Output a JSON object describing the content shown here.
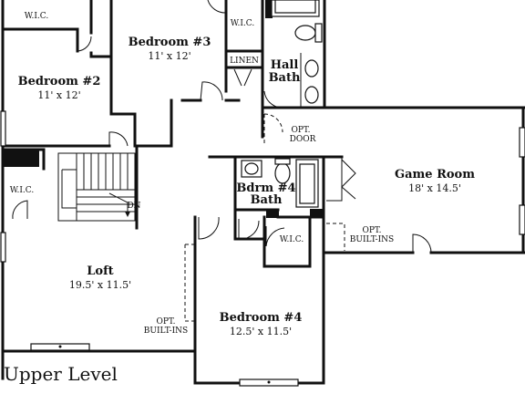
{
  "rooms": {
    "bedroom3": {
      "name": "Bedroom #3",
      "dim": "11' x 12'"
    },
    "bedroom2": {
      "name": "Bedroom #2",
      "dim": "11' x 12'"
    },
    "game_room": {
      "name": "Game Room",
      "dim": "18' x 14.5'"
    },
    "bedroom4_bath": {
      "name_line1": "Bdrm #4",
      "name_line2": "Bath"
    },
    "loft": {
      "name": "Loft",
      "dim": "19.5' x 11.5'"
    },
    "bedroom4": {
      "name": "Bedroom #4",
      "dim": "12.5' x 11.5'"
    },
    "hall_bath": {
      "name_line1": "Hall",
      "name_line2": "Bath"
    }
  },
  "labels": {
    "wic_top": "W.I.C.",
    "wic_b3": "W.I.C.",
    "wic_stairs": "W.I.C.",
    "wic_b4": "W.I.C.",
    "linen": "LINEN",
    "stair_dn": "DN",
    "opt_door_1": "OPT.",
    "opt_door_2": "DOOR",
    "opt_builtins_game_1": "OPT.",
    "opt_builtins_game_2": "BUILT-INS",
    "opt_builtins_loft_1": "OPT.",
    "opt_builtins_loft_2": "BUILT-INS"
  },
  "level_title": "Upper Level"
}
